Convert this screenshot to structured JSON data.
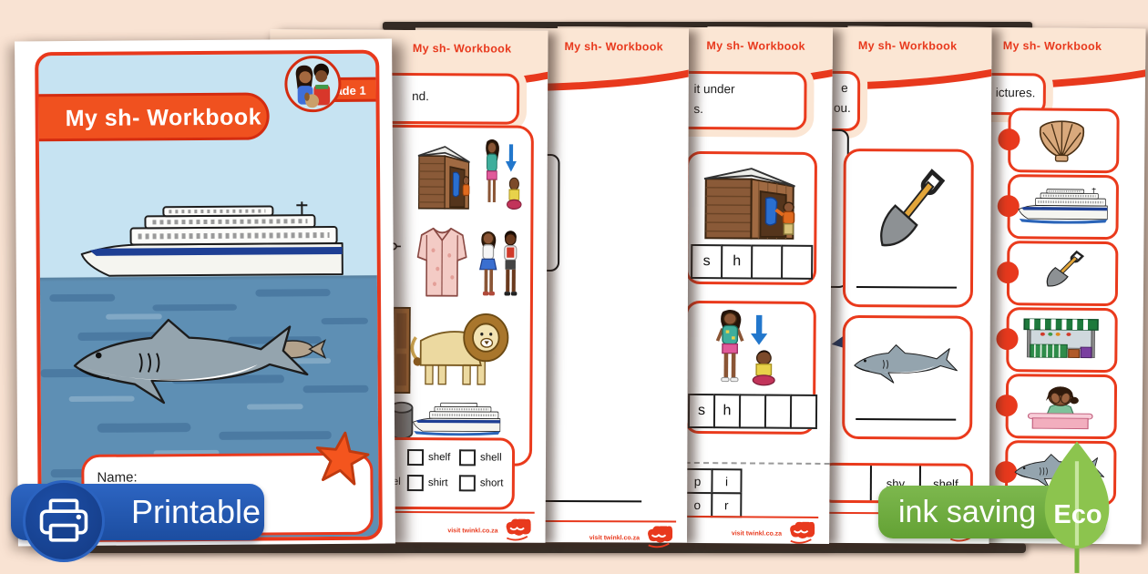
{
  "page_header_title": "My sh- Workbook",
  "footer_site_text": "visit twinkl.co.za",
  "badges": {
    "printable_label": "Printable",
    "ink_saving_label": "ink saving",
    "eco_label": "Eco"
  },
  "cover": {
    "title": "My sh- Workbook",
    "grade_badge": "Grade 1",
    "name_label": "Name:",
    "illustrations": [
      "children-avatar",
      "cruise-ship",
      "shark",
      "fish",
      "starfish"
    ]
  },
  "worksheet2": {
    "instruction_fragment": "nd.",
    "pictures": [
      "shed",
      "girl-and-short-child",
      "shirt",
      "two-children",
      "lion",
      "ship",
      "door",
      "bin",
      "key"
    ],
    "word_bank_fragment": "el",
    "word_bank": [
      "shelf",
      "shell",
      "shirt",
      "short"
    ]
  },
  "worksheet4": {
    "instruction_fragment_line1": "it under",
    "instruction_fragment_line2": "s.",
    "activity1_picture": "shed",
    "activity1_letters": [
      "s",
      "h",
      "",
      ""
    ],
    "activity2_picture": "girl-and-short-child",
    "activity2_letters": [
      "s",
      "h",
      "",
      "",
      ""
    ],
    "letter_tiles": [
      [
        "p",
        "i"
      ],
      [
        "o",
        "r"
      ]
    ]
  },
  "worksheet5": {
    "instruction_fragment_line1": "e",
    "instruction_fragment_line2": "ou.",
    "pictures": [
      "shovel",
      "shark"
    ],
    "word_bank": [
      "shy",
      "shelf"
    ]
  },
  "worksheet6": {
    "instruction_fragment": "ictures.",
    "pictures": [
      "shell",
      "ship",
      "shovel",
      "shop",
      "shy-girl",
      "shark"
    ]
  },
  "colors": {
    "accent_red": "#e8391d",
    "banner_orange": "#f0511f",
    "peach_header": "#fbe6d4",
    "sky_blue": "#c6e3f2",
    "ocean_blue": "#5e8fb4",
    "badge_blue": "#1d4fa1",
    "badge_green": "#69a93c",
    "leaf_green": "#8cc44e"
  }
}
